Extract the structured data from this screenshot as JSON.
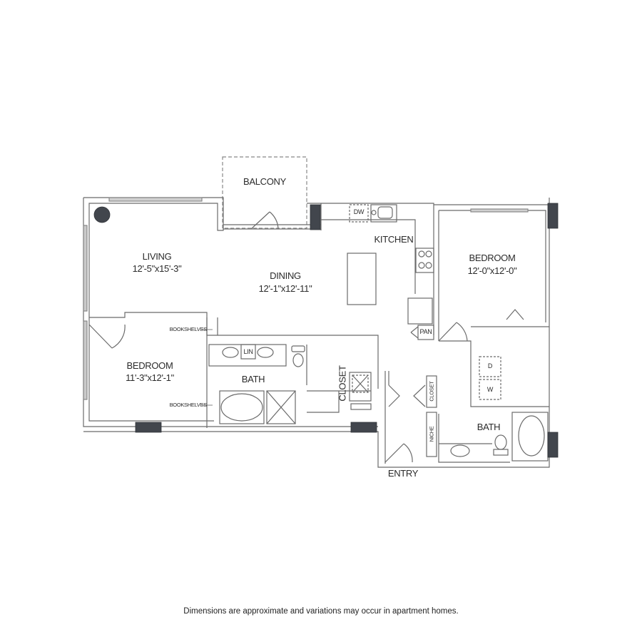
{
  "floorplan": {
    "rooms": [
      {
        "id": "balcony",
        "name": "BALCONY",
        "dimensions": ""
      },
      {
        "id": "living",
        "name": "LIVING",
        "dimensions": "12'-5\"x15'-3\""
      },
      {
        "id": "dining",
        "name": "DINING",
        "dimensions": "12'-1\"x12'-11\""
      },
      {
        "id": "kitchen",
        "name": "KITCHEN",
        "dimensions": ""
      },
      {
        "id": "bedroom_1",
        "name": "BEDROOM",
        "dimensions": "12'-0\"x12'-0\""
      },
      {
        "id": "bedroom_2",
        "name": "BEDROOM",
        "dimensions": "11'-3\"x12'-1\""
      },
      {
        "id": "bath_1",
        "name": "BATH",
        "dimensions": ""
      },
      {
        "id": "bath_2",
        "name": "BATH",
        "dimensions": ""
      },
      {
        "id": "closet_main",
        "name": "CLOSET",
        "dimensions": ""
      },
      {
        "id": "entry",
        "name": "ENTRY",
        "dimensions": ""
      }
    ],
    "fixtures": {
      "dishwasher": "DW",
      "linen": "LIN",
      "pantry": "PAN",
      "dryer": "D",
      "washer": "W",
      "closet_small": "CLOSET",
      "niche": "NICHE",
      "bookshelves_top": "BOOKSHELVES",
      "bookshelves_bottom": "BOOKSHELVES"
    },
    "colors": {
      "wall": "#6b6b6b",
      "column": "#42464d",
      "glazing": "#bdbdbd",
      "text": "#2b2b2b"
    }
  },
  "footer": {
    "disclaimer": "Dimensions are approximate and variations may occur in apartment homes."
  }
}
